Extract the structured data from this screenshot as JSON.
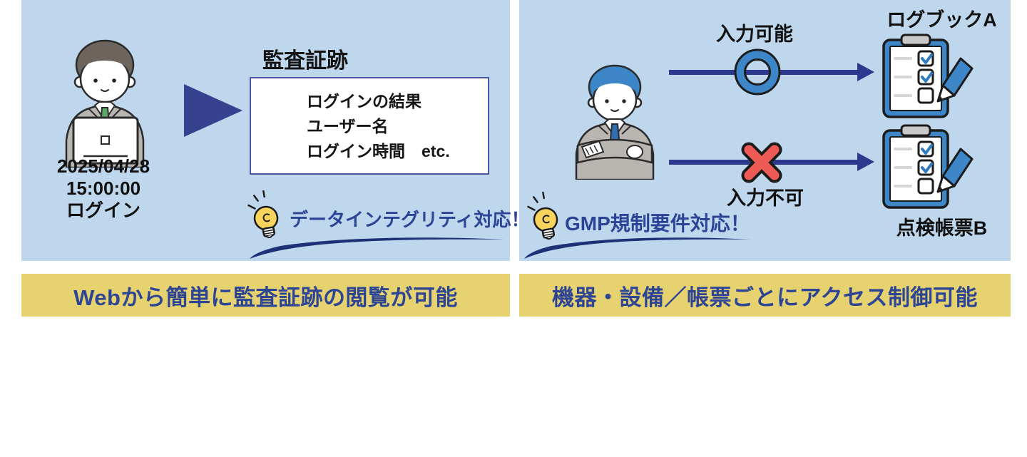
{
  "colors": {
    "panel_bg": "#bed7ed",
    "bar_bg": "#e6d26e",
    "caption_navy": "#2e4595",
    "callout_navy": "#2c4496",
    "arrow_navy": "#2b3a8e",
    "triangle_navy": "#36418f",
    "swoosh_navy": "#1e3076",
    "ring_blue": "#3d86c8",
    "x_red": "#ee5a55",
    "bulb_yellow": "#f8d45c",
    "suit_gray": "#b9b5b1",
    "tie_green": "#57aa63",
    "tie_blue": "#2f6db5",
    "hair_blue": "#3c86c7",
    "hair_brown": "#6e645e"
  },
  "icons": {
    "allow": "circle-ring",
    "deny": "x-mark",
    "idea": "lightbulb",
    "flow": "right-arrow",
    "doc": "clipboard-checklist",
    "emphasis": "underline-swoosh"
  },
  "left": {
    "timestamp": [
      "2025/04/28",
      "15:00:00",
      "ログイン"
    ],
    "title": "監査証跡",
    "box_lines": [
      "ログインの結果",
      "ユーザー名",
      "ログイン時間　etc."
    ],
    "callout": "データインテグリティ対応！",
    "caption": "Webから簡単に監査証跡の閲覧が可能"
  },
  "right": {
    "allow_label": "入力可能",
    "deny_label": "入力不可",
    "doc_a_label": "ログブックA",
    "doc_b_label": "点検帳票B",
    "callout": "GMP規制要件対応！",
    "caption": "機器・設備／帳票ごとにアクセス制御可能"
  }
}
